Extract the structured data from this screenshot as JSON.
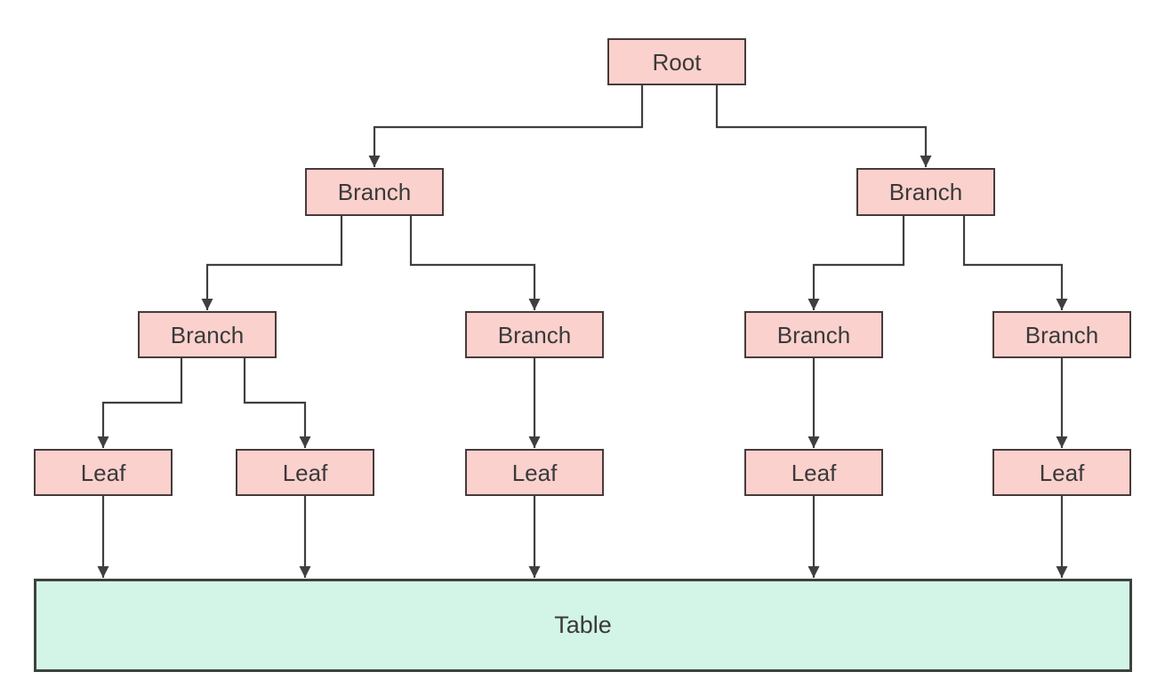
{
  "diagram": {
    "type": "tree",
    "background": "#ffffff",
    "colors": {
      "node-fill": "#fbd1cd",
      "node-border": "#473b3a",
      "table-fill": "#d3f5e7",
      "table-border": "#3c433f",
      "edge": "#3f3f3f",
      "text": "#3a3a3a"
    },
    "nodes": [
      {
        "id": "root",
        "label": "Root",
        "level": 0
      },
      {
        "id": "branch-l",
        "label": "Branch",
        "level": 1
      },
      {
        "id": "branch-r",
        "label": "Branch",
        "level": 1
      },
      {
        "id": "branch-ll",
        "label": "Branch",
        "level": 2
      },
      {
        "id": "branch-lr",
        "label": "Branch",
        "level": 2
      },
      {
        "id": "branch-rl",
        "label": "Branch",
        "level": 2
      },
      {
        "id": "branch-rr",
        "label": "Branch",
        "level": 2
      },
      {
        "id": "leaf-1",
        "label": "Leaf",
        "level": 3
      },
      {
        "id": "leaf-2",
        "label": "Leaf",
        "level": 3
      },
      {
        "id": "leaf-3",
        "label": "Leaf",
        "level": 3
      },
      {
        "id": "leaf-4",
        "label": "Leaf",
        "level": 3
      },
      {
        "id": "leaf-5",
        "label": "Leaf",
        "level": 3
      }
    ],
    "table": {
      "label": "Table"
    },
    "edges": [
      {
        "from": "root",
        "to": "branch-l"
      },
      {
        "from": "root",
        "to": "branch-r"
      },
      {
        "from": "branch-l",
        "to": "branch-ll"
      },
      {
        "from": "branch-l",
        "to": "branch-lr"
      },
      {
        "from": "branch-r",
        "to": "branch-rl"
      },
      {
        "from": "branch-r",
        "to": "branch-rr"
      },
      {
        "from": "branch-ll",
        "to": "leaf-1"
      },
      {
        "from": "branch-ll",
        "to": "leaf-2"
      },
      {
        "from": "branch-lr",
        "to": "leaf-3"
      },
      {
        "from": "branch-rl",
        "to": "leaf-4"
      },
      {
        "from": "branch-rr",
        "to": "leaf-5"
      },
      {
        "from": "leaf-1",
        "to": "table"
      },
      {
        "from": "leaf-2",
        "to": "table"
      },
      {
        "from": "leaf-3",
        "to": "table"
      },
      {
        "from": "leaf-4",
        "to": "table"
      },
      {
        "from": "leaf-5",
        "to": "table"
      }
    ]
  }
}
